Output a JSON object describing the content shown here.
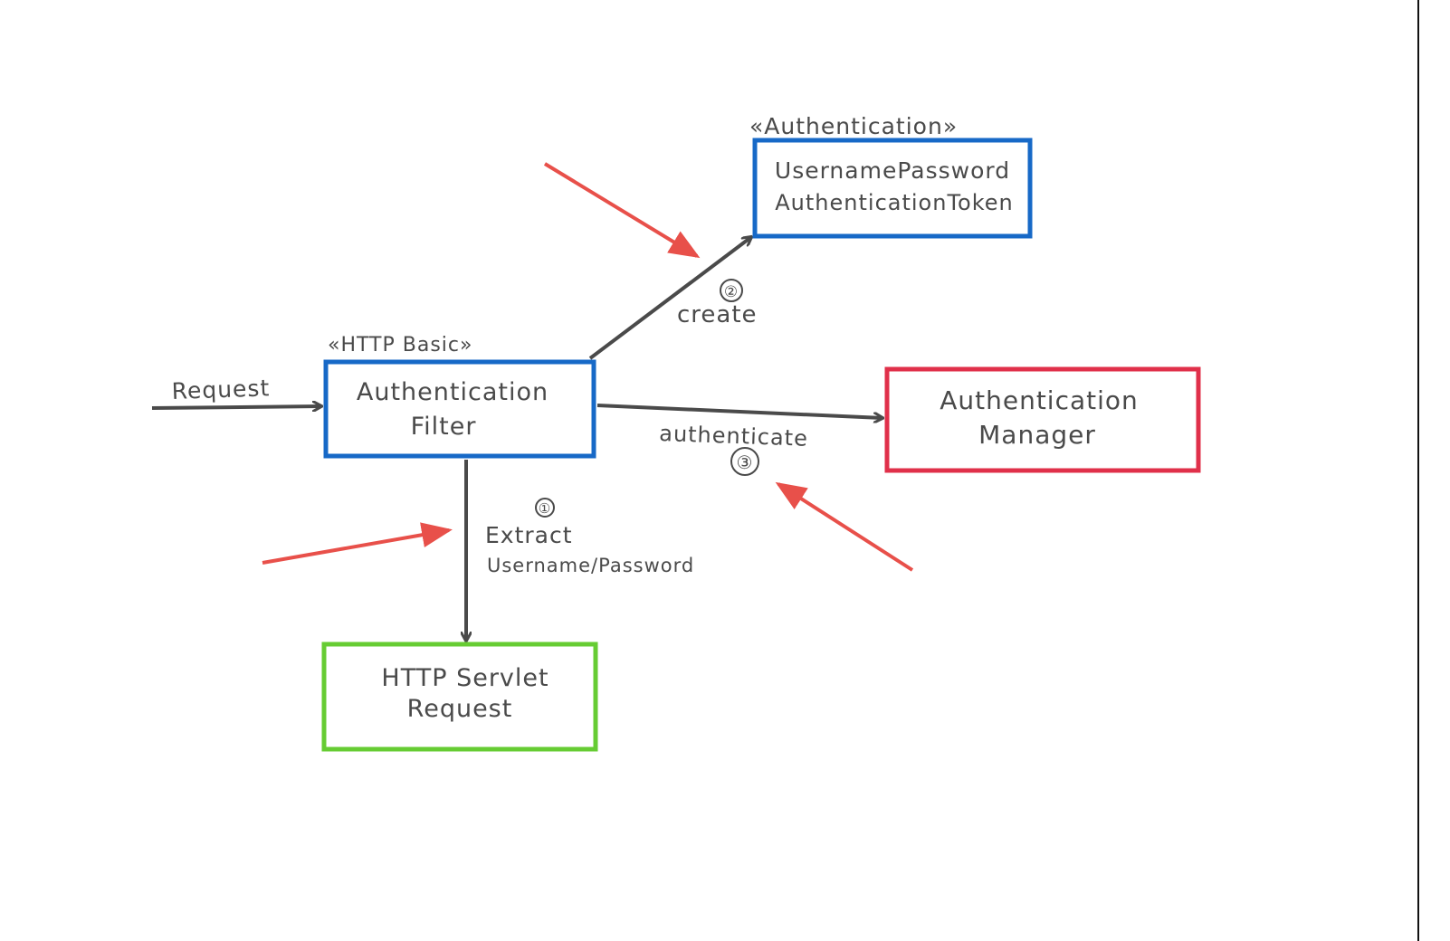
{
  "nodes": {
    "auth_filter": {
      "stereotype": "«HTTP Basic»",
      "line1": "Authentication",
      "line2": "Filter",
      "color": "#1769c7"
    },
    "token": {
      "stereotype": "«Authentication»",
      "line1": "UsernamePassword",
      "line2": "AuthenticationToken",
      "color": "#1769c7"
    },
    "manager": {
      "line1": "Authentication",
      "line2": "Manager",
      "color": "#e0304a"
    },
    "servlet_request": {
      "line1": "HTTP Servlet",
      "line2": "Request",
      "color": "#66cc33"
    }
  },
  "edges": {
    "request": {
      "label": "Request"
    },
    "extract": {
      "step": "①",
      "line1": "Extract",
      "line2": "Username/Password"
    },
    "create": {
      "step": "②",
      "label": "create"
    },
    "authenticate": {
      "label": "authenticate",
      "step": "③"
    }
  },
  "colors": {
    "arrow": "#4a4a4a",
    "highlight_arrow": "#e8504a",
    "text": "#4a4a4a"
  }
}
